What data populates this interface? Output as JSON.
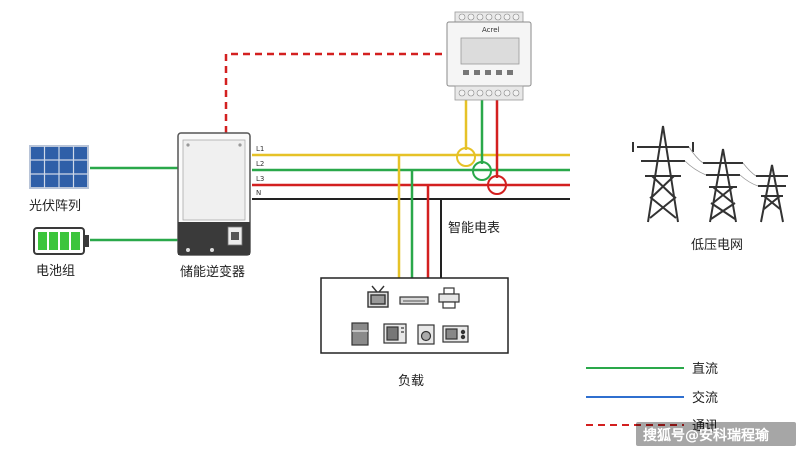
{
  "components": {
    "pv_label": "光伏阵列",
    "battery_label": "电池组",
    "inverter_label": "储能逆变器",
    "meter_label": "智能电表",
    "load_label": "负载",
    "grid_label": "低压电网"
  },
  "bus": {
    "l1": "L1",
    "l2": "L2",
    "l3": "L3",
    "n": "N"
  },
  "meter": {
    "brand": "Acrel"
  },
  "legend": {
    "dc": "直流",
    "ac": "交流",
    "comm": "通讯"
  },
  "watermark": "搜狐号@安科瑞程瑜",
  "colors": {
    "dc_green": "#2aa84a",
    "ac_blue": "#2f6fcf",
    "comm_red": "#d32020",
    "yellow": "#e6c227",
    "red": "#d32020",
    "black": "#222222"
  }
}
